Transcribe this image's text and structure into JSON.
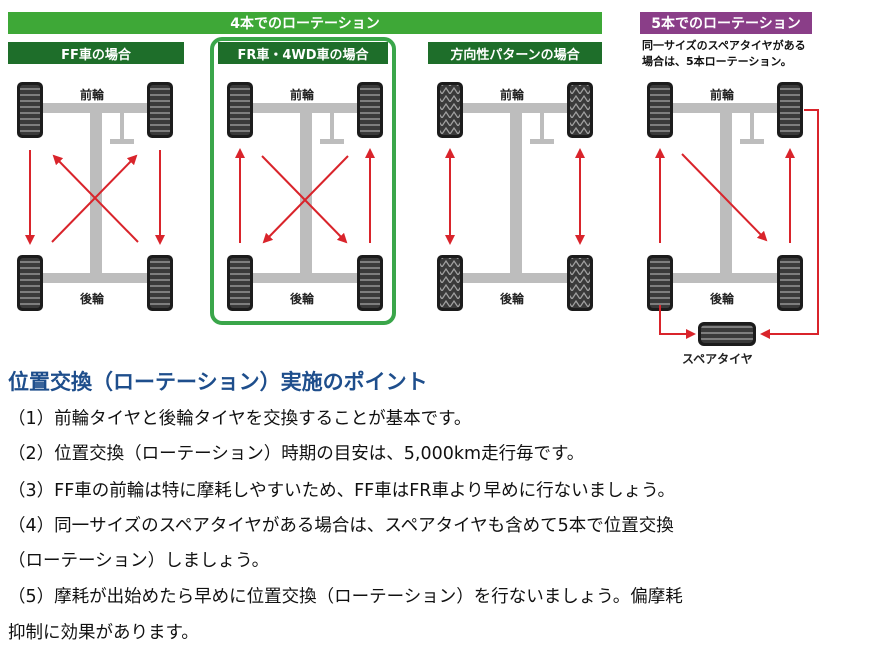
{
  "banners": {
    "four_tire": "4本でのローテーション",
    "five_tire": "5本でのローテーション"
  },
  "panels": [
    {
      "title": "FF車の場合",
      "front": "前輪",
      "rear": "後輪"
    },
    {
      "title": "FR車・4WD車の場合",
      "front": "前輪",
      "rear": "後輪"
    },
    {
      "title": "方向性パターンの場合",
      "front": "前輪",
      "rear": "後輪"
    },
    {
      "front": "前輪",
      "rear": "後輪",
      "spare": "スペアタイヤ"
    }
  ],
  "five_tire_note": [
    "同一サイズのスペアタイヤがある",
    "場合は、5本ローテーション。"
  ],
  "colors": {
    "accent_green": "#3ea837",
    "dark_green": "#1e6e2a",
    "purple": "#8a3e88",
    "arrow_red": "#d9242b",
    "heading_blue": "#1e4e8c",
    "highlight": "#3aa64a"
  },
  "heading": "位置交換（ローテーション）実施のポイント",
  "points": [
    "（1）前輪タイヤと後輪タイヤを交換することが基本です。",
    "（2）位置交換（ローテーション）時期の目安は、5,000km走行毎です。",
    "（3）FF車の前輪は特に摩耗しやすいため、FF車はFR車より早めに行ないましょう。",
    "（4）同一サイズのスペアタイヤがある場合は、スペアタイヤも含めて5本で位置交換",
    "（ローテーション）しましょう。",
    "（5）摩耗が出始めたら早めに位置交換（ローテーション）を行ないましょう。偏摩耗",
    "抑制に効果があります。"
  ]
}
